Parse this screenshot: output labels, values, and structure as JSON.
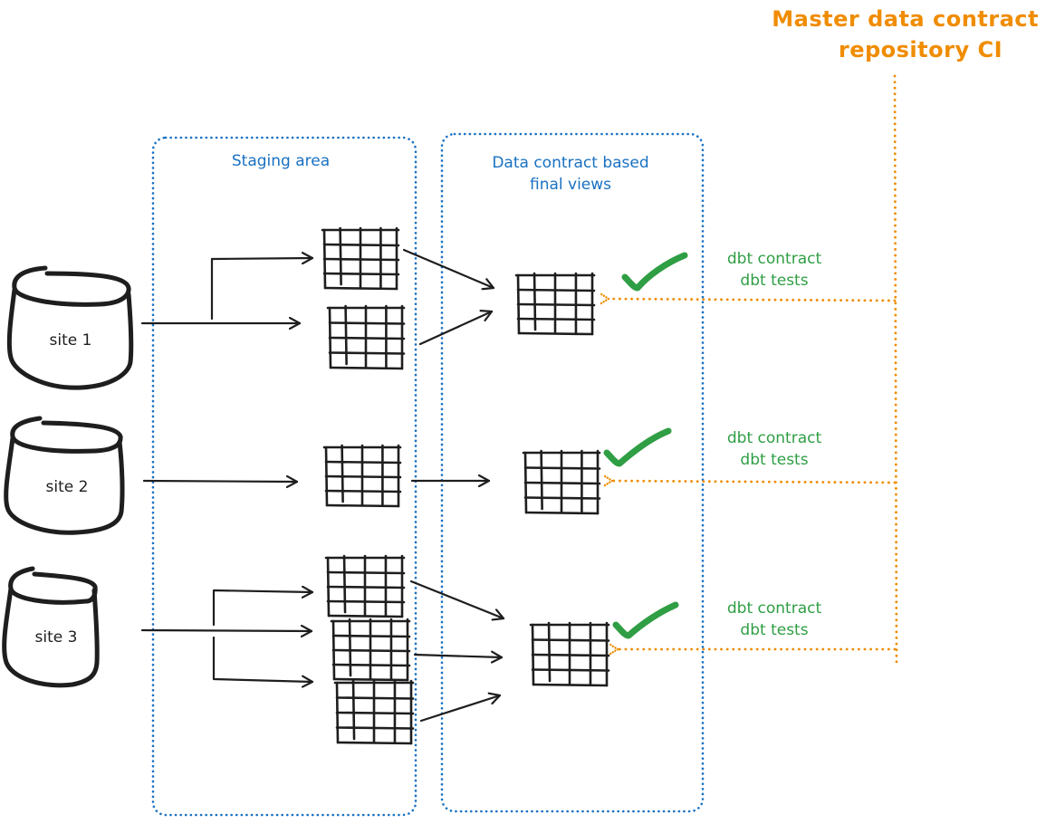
{
  "diagram": {
    "title": "Master data contract repository CI",
    "colors": {
      "ink": "#1e1e1e",
      "zone": "#1971c2",
      "check": "#2f9e44",
      "ci": "#f08c00"
    },
    "ci_label": {
      "line1": "Master data contract",
      "line2": "repository CI"
    },
    "zones": [
      {
        "id": "staging",
        "label": "Staging area"
      },
      {
        "id": "final",
        "label_line1": "Data contract based",
        "label_line2": "final views"
      }
    ],
    "sources": [
      {
        "id": "site1",
        "label": "site 1",
        "icon": "database-cylinder-icon"
      },
      {
        "id": "site2",
        "label": "site 2",
        "icon": "database-cylinder-icon"
      },
      {
        "id": "site3",
        "label": "site 3",
        "icon": "database-cylinder-icon"
      }
    ],
    "checks": [
      {
        "line1": "dbt contract",
        "line2": "dbt tests",
        "icon": "checkmark-icon"
      },
      {
        "line1": "dbt contract",
        "line2": "dbt tests",
        "icon": "checkmark-icon"
      },
      {
        "line1": "dbt contract",
        "line2": "dbt tests",
        "icon": "checkmark-icon"
      }
    ],
    "flows": [
      {
        "source": "site 1",
        "staging_tables": 2,
        "final_views": 1
      },
      {
        "source": "site 2",
        "staging_tables": 1,
        "final_views": 1
      },
      {
        "source": "site 3",
        "staging_tables": 3,
        "final_views": 1
      }
    ]
  }
}
